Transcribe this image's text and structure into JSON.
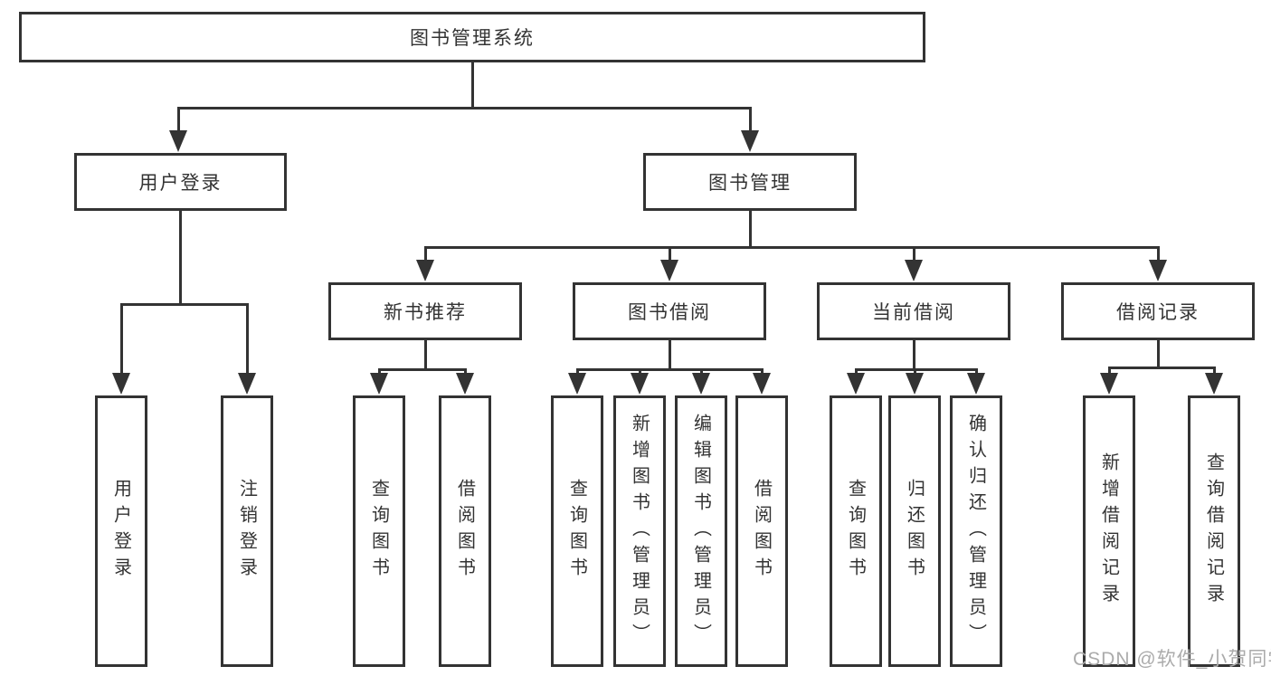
{
  "diagram": {
    "root": {
      "label": "图书管理系统"
    },
    "level2": [
      {
        "id": "user-login",
        "label": "用户登录",
        "parent": "图书管理系统"
      },
      {
        "id": "book-management",
        "label": "图书管理",
        "parent": "图书管理系统"
      }
    ],
    "level3": [
      {
        "id": "new-book-recommend",
        "label": "新书推荐",
        "parent": "图书管理"
      },
      {
        "id": "book-borrow",
        "label": "图书借阅",
        "parent": "图书管理"
      },
      {
        "id": "current-borrow",
        "label": "当前借阅",
        "parent": "图书管理"
      },
      {
        "id": "borrow-records",
        "label": "借阅记录",
        "parent": "图书管理"
      }
    ],
    "leaves": [
      {
        "id": "user-login-leaf",
        "label": "用户登录",
        "parent": "用户登录"
      },
      {
        "id": "logout",
        "label": "注销登录",
        "parent": "用户登录"
      },
      {
        "id": "query-book-1",
        "label": "查询图书",
        "parent": "新书推荐"
      },
      {
        "id": "borrow-book-1",
        "label": "借阅图书",
        "parent": "新书推荐"
      },
      {
        "id": "query-book-2",
        "label": "查询图书",
        "parent": "图书借阅"
      },
      {
        "id": "add-book-admin",
        "label": "新增图书（管理员）",
        "parent": "图书借阅"
      },
      {
        "id": "edit-book-admin",
        "label": "编辑图书（管理员）",
        "parent": "图书借阅"
      },
      {
        "id": "borrow-book-2",
        "label": "借阅图书",
        "parent": "图书借阅"
      },
      {
        "id": "query-book-3",
        "label": "查询图书",
        "parent": "当前借阅"
      },
      {
        "id": "return-book",
        "label": "归还图书",
        "parent": "当前借阅"
      },
      {
        "id": "confirm-return-admin",
        "label": "确认归还（管理员）",
        "parent": "当前借阅"
      },
      {
        "id": "add-borrow-record",
        "label": "新增借阅记录",
        "parent": "借阅记录"
      },
      {
        "id": "query-borrow-record",
        "label": "查询借阅记录",
        "parent": "借阅记录"
      }
    ]
  },
  "watermark": {
    "text": "CSDN @软件_小贺同学"
  },
  "colors": {
    "line": "#333333",
    "text": "#333333",
    "box_background": "#ffffff",
    "watermark": "#ababab",
    "page_background": "#ffffff"
  }
}
